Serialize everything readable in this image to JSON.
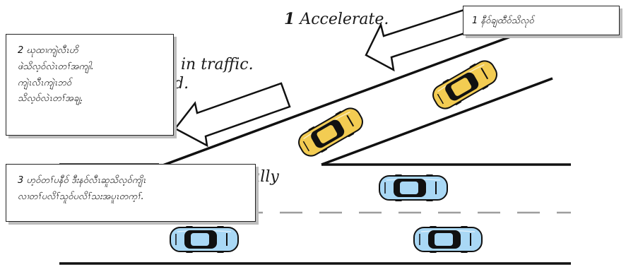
{
  "english_labels": {
    "step_number": "1",
    "step1": "Accelerate.",
    "step2_partial": "in traffic.",
    "step2_fragment": "d.",
    "step3_partial": "fully"
  },
  "callouts": {
    "step1": "1 နီဝ်ချထီဝ်သိလုဝ်",
    "step2": "2 ဃုထၢကျဲလီၤဟိ\nဖဲသိလ့ဝ်လဲၤတၢ်အကျါ.\nကျဲၤလီၤကျဲၤဘဝ်\nသိလ့ဝ်လဲၤတၢ်အချ့.",
    "step3": "3 ဟ့ဝ်တၢ်ပနီဝ် ဒီးနဝ်လီၤဆူသိလ့ဝ်ကျိၤ\nလၢတၢ်ပလိၢ်သူဝ်ပလိၢ်သးအပူၤတက့ၢ်."
  },
  "colors": {
    "merging_car": "#f3cc52",
    "traffic_car": "#a9d8f5",
    "outline": "#111111",
    "lane_dash": "#9e9e9e"
  }
}
